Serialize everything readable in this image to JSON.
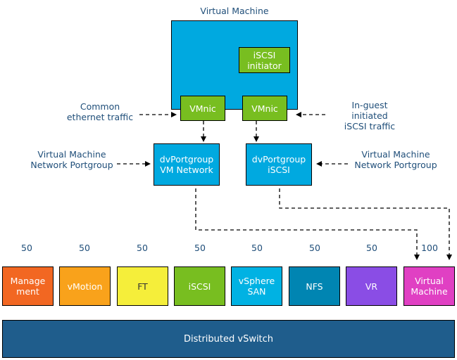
{
  "vm": {
    "title": "Virtual Machine",
    "fill": "#00a9e0"
  },
  "iscsi_initiator": {
    "label_line1": "iSCSI",
    "label_line2": "initiator"
  },
  "vmnic_left": {
    "label": "VMnic"
  },
  "vmnic_right": {
    "label": "VMnic"
  },
  "portgroup_left": {
    "line1": "dvPortgroup",
    "line2": "VM Network"
  },
  "portgroup_right": {
    "line1": "dvPortgroup",
    "line2": "iSCSI"
  },
  "annotations": {
    "common_line1": "Common",
    "common_line2": "ethernet traffic",
    "inguest_line1": "In-guest",
    "inguest_line2": "initiated",
    "inguest_line3": "iSCSI traffic",
    "vmpg_left_line1": "Virtual Machine",
    "vmpg_left_line2": "Network Portgroup",
    "vmpg_right_line1": "Virtual Machine",
    "vmpg_right_line2": "Network Portgroup"
  },
  "traffic_types": [
    {
      "share": "50",
      "line1": "Manage",
      "line2": "ment",
      "color": "#f26722"
    },
    {
      "share": "50",
      "line1": "vMotion",
      "line2": "",
      "color": "#f9a21b"
    },
    {
      "share": "50",
      "line1": "FT",
      "line2": "",
      "color": "#f5ee3a"
    },
    {
      "share": "50",
      "line1": "iSCSI",
      "line2": "",
      "color": "#78be20"
    },
    {
      "share": "50",
      "line1": "vSphere",
      "line2": "SAN",
      "color": "#00b2e3"
    },
    {
      "share": "50",
      "line1": "NFS",
      "line2": "",
      "color": "#0085b2"
    },
    {
      "share": "50",
      "line1": "VR",
      "line2": "",
      "color": "#8a4de5"
    },
    {
      "share": "100",
      "line1": "Virtual",
      "line2": "Machine",
      "color": "#e040c3"
    }
  ],
  "dvswitch": {
    "label": "Distributed vSwitch",
    "fill": "#1f5d8c"
  },
  "colors": {
    "green": "#78be20",
    "blue": "#00a9e0",
    "text": "#1f4e79"
  }
}
